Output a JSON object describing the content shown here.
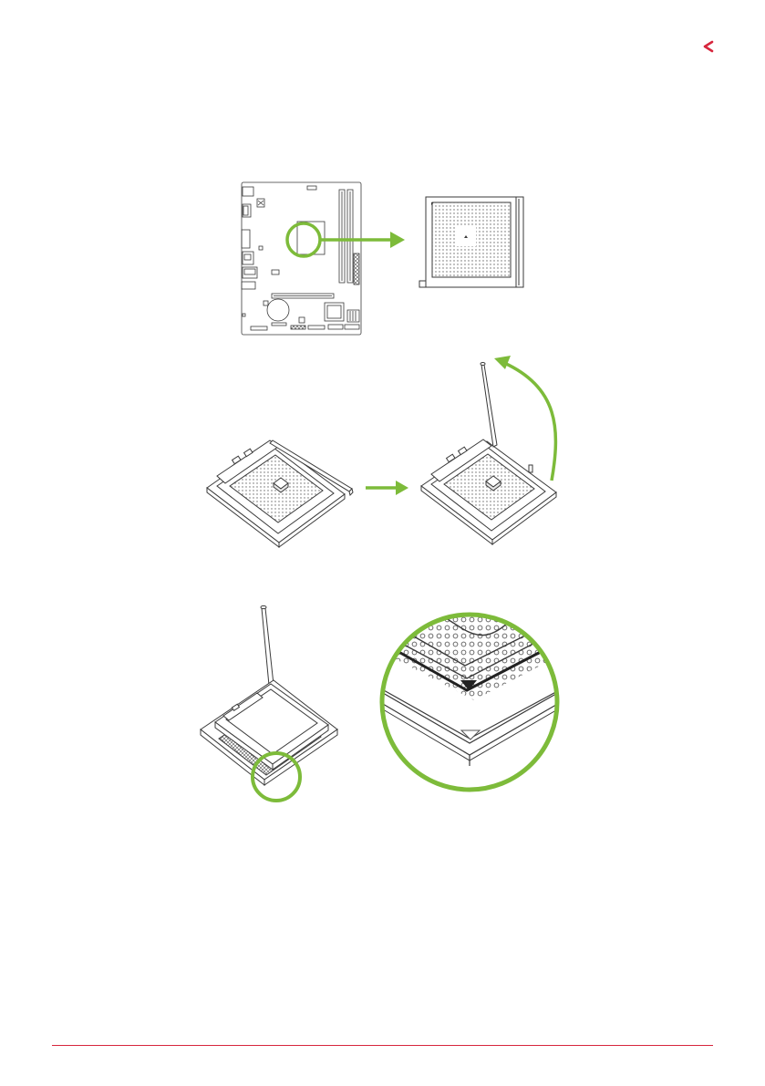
{
  "page": {
    "corner_icon": "chevron-left-icon",
    "accent_color": "#d7263d",
    "highlight_color": "#7dbb3a",
    "line_color": "#3a3a3a"
  },
  "figures": [
    {
      "name": "motherboard-cpu-socket-location",
      "icon": "motherboard-icon"
    },
    {
      "name": "open-socket-lever",
      "icon": "socket-lever-icon"
    },
    {
      "name": "align-cpu-triangle-mark",
      "icon": "triangle-marker-icon"
    }
  ]
}
